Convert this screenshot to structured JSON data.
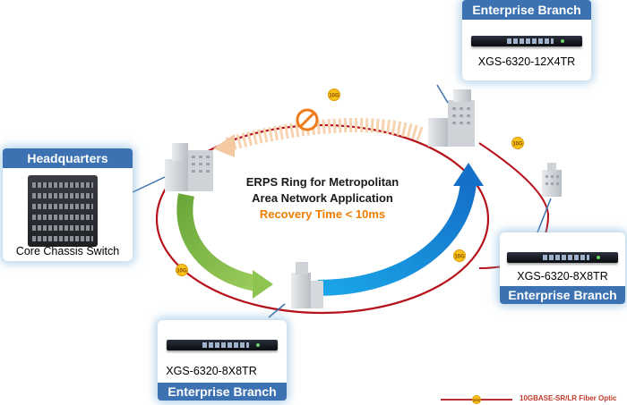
{
  "headquarters": {
    "title": "Headquarters",
    "device": "Core Chassis Switch"
  },
  "branch_top": {
    "title": "Enterprise Branch",
    "model": "XGS-6320-12X4TR"
  },
  "branch_right": {
    "title": "Enterprise Branch",
    "model": "XGS-6320-8X8TR"
  },
  "branch_bottom": {
    "title": "Enterprise Branch",
    "model": "XGS-6320-8X8TR"
  },
  "center": {
    "line1": "ERPS Ring for Metropolitan",
    "line2": "Area Network Application",
    "line3": "Recovery Time < 10ms"
  },
  "link_badge": "10G",
  "legend": {
    "badge": "10G",
    "label": "10GBASE-SR/LR Fiber Optic"
  },
  "colors": {
    "ring": "#b5121b",
    "card_tab": "#3c72b1",
    "card_glow": "#78afd7",
    "recovery_text": "#ef7d00",
    "arrow_green": "#7ab648",
    "arrow_blue": "#1a8fd8",
    "blocked_arrow": "#f5c49a",
    "block_icon": "#f07b1a",
    "badge_fill": "#f7c21a"
  }
}
